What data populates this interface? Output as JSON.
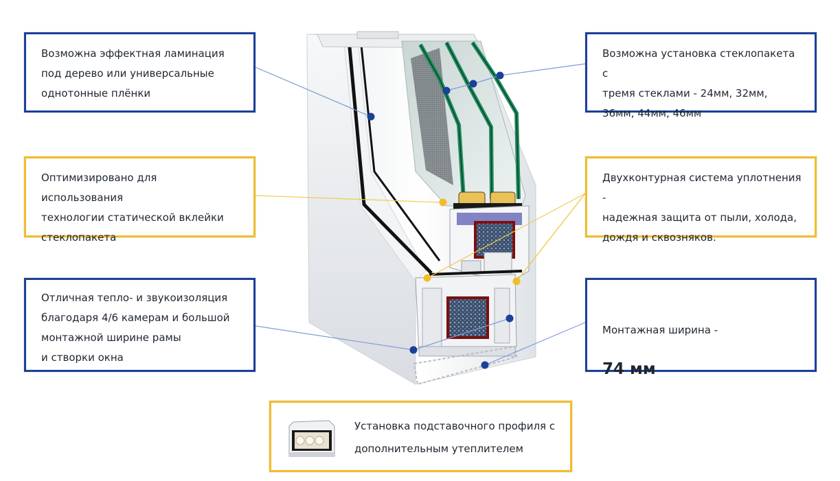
{
  "callouts": {
    "lamination": "Возможна эффектная ламинация\nпод дерево или универсальные\nоднотонные плёнки",
    "glazing": "Возможна установка стеклопакета с\nтремя стеклами - 24мм, 32мм,\n36мм, 44мм, 46мм",
    "gluing": "Оптимизировано для использования\nтехнологии статической вклейки\nстеклопакета",
    "seal": "Двухконтурная система уплотнения -\nнадежная защита от пыли, холода,\nдождя и сквозняков.",
    "insulation": "Отличная тепло- и звукоизоляция\nблагодаря 4/6 камерам и большой\nмонтажной ширине рамы\nи створки окна",
    "width_label": "Монтажная ширина -",
    "width_value": "74 мм",
    "support_profile": "Установка подставочного профиля с\nдополнительным утеплителем"
  },
  "colors": {
    "blue_accent": "#1b3f9a",
    "gold_accent": "#f2bd2b",
    "glass_green": "#1f8f5f"
  },
  "icons": [
    "pvc-window-profile-illustration",
    "support-profile-thumbnail"
  ]
}
